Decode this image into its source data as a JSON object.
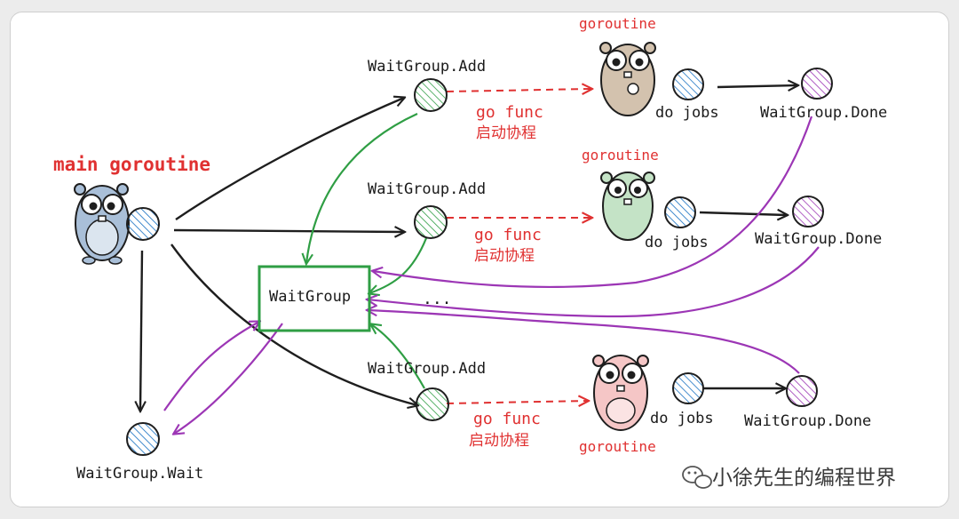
{
  "main_label": "main goroutine",
  "wait_label": "WaitGroup.Wait",
  "waitgroup_box": "WaitGroup",
  "ellipsis": "...",
  "workers": [
    {
      "add": "WaitGroup.Add",
      "go_func": "go func",
      "start": "启动协程",
      "goroutine": "goroutine",
      "jobs": "do jobs",
      "done": "WaitGroup.Done",
      "gopher_color": "#d3c2ae"
    },
    {
      "add": "WaitGroup.Add",
      "go_func": "go func",
      "start": "启动协程",
      "goroutine": "goroutine",
      "jobs": "do jobs",
      "done": "WaitGroup.Done",
      "gopher_color": "#c4e3c6"
    },
    {
      "add": "WaitGroup.Add",
      "go_func": "go func",
      "start": "启动协程",
      "goroutine": "goroutine",
      "jobs": "do jobs",
      "done": "WaitGroup.Done",
      "gopher_color": "#f5c6c6"
    }
  ],
  "main_gopher_color": "#a9bfd8",
  "colors": {
    "black": "#1e1e1e",
    "red": "#e03131",
    "green": "#2f9e44",
    "purple": "#9c36b5",
    "blue": "#1971c2"
  },
  "watermark": "小徐先生的编程世界",
  "watermark_icon": "wechat-icon"
}
